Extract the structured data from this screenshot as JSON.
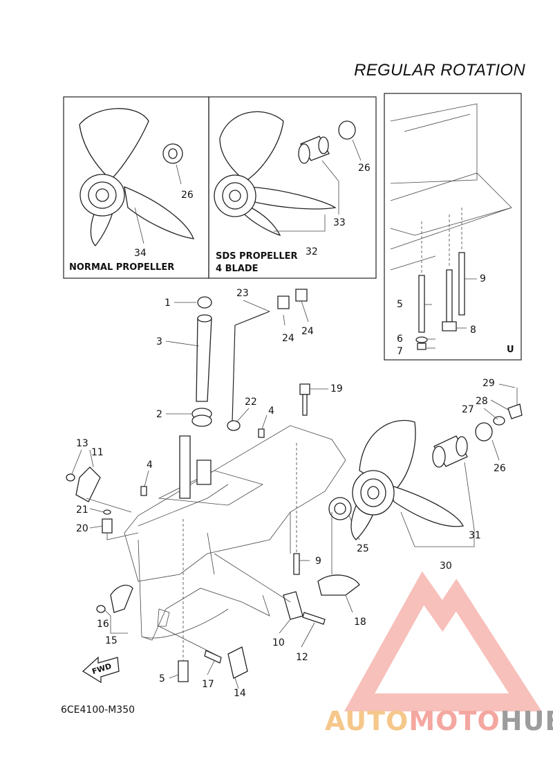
{
  "title": "REGULAR ROTATION",
  "panels": {
    "normal": {
      "label": "NORMAL PROPELLER"
    },
    "sds": {
      "label_line1": "SDS PROPELLER",
      "label_line2": "4 BLADE"
    },
    "u": {
      "label": "U"
    }
  },
  "diagram_code": "6CE4100-M350",
  "watermark": {
    "part1": "AUTO",
    "part2": "MOTO",
    "part3": "HUB"
  },
  "colors": {
    "watermark_triangle": "#f4a7a0",
    "watermark_auto": "#f5c78a",
    "watermark_hub": "#9c9c9c"
  },
  "callouts": [
    {
      "id": "c1",
      "label": "1"
    },
    {
      "id": "c2",
      "label": "2"
    },
    {
      "id": "c3",
      "label": "3"
    },
    {
      "id": "c4a",
      "label": "4"
    },
    {
      "id": "c4b",
      "label": "4"
    },
    {
      "id": "c5a",
      "label": "5"
    },
    {
      "id": "c5b",
      "label": "5"
    },
    {
      "id": "c6",
      "label": "6"
    },
    {
      "id": "c7",
      "label": "7"
    },
    {
      "id": "c8",
      "label": "8"
    },
    {
      "id": "c9a",
      "label": "9"
    },
    {
      "id": "c9b",
      "label": "9"
    },
    {
      "id": "c10",
      "label": "10"
    },
    {
      "id": "c11",
      "label": "11"
    },
    {
      "id": "c12",
      "label": "12"
    },
    {
      "id": "c13",
      "label": "13"
    },
    {
      "id": "c14",
      "label": "14"
    },
    {
      "id": "c15",
      "label": "15"
    },
    {
      "id": "c16",
      "label": "16"
    },
    {
      "id": "c17",
      "label": "17"
    },
    {
      "id": "c18",
      "label": "18"
    },
    {
      "id": "c19",
      "label": "19"
    },
    {
      "id": "c20",
      "label": "20"
    },
    {
      "id": "c21",
      "label": "21"
    },
    {
      "id": "c22",
      "label": "22"
    },
    {
      "id": "c23",
      "label": "23"
    },
    {
      "id": "c24a",
      "label": "24"
    },
    {
      "id": "c24b",
      "label": "24"
    },
    {
      "id": "c25",
      "label": "25"
    },
    {
      "id": "c26a",
      "label": "26"
    },
    {
      "id": "c26b",
      "label": "26"
    },
    {
      "id": "c26c",
      "label": "26"
    },
    {
      "id": "c27",
      "label": "27"
    },
    {
      "id": "c28",
      "label": "28"
    },
    {
      "id": "c29",
      "label": "29"
    },
    {
      "id": "c30",
      "label": "30"
    },
    {
      "id": "c31",
      "label": "31"
    },
    {
      "id": "c32",
      "label": "32"
    },
    {
      "id": "c33",
      "label": "33"
    },
    {
      "id": "c34",
      "label": "34"
    }
  ],
  "fwd_label": "FWD"
}
